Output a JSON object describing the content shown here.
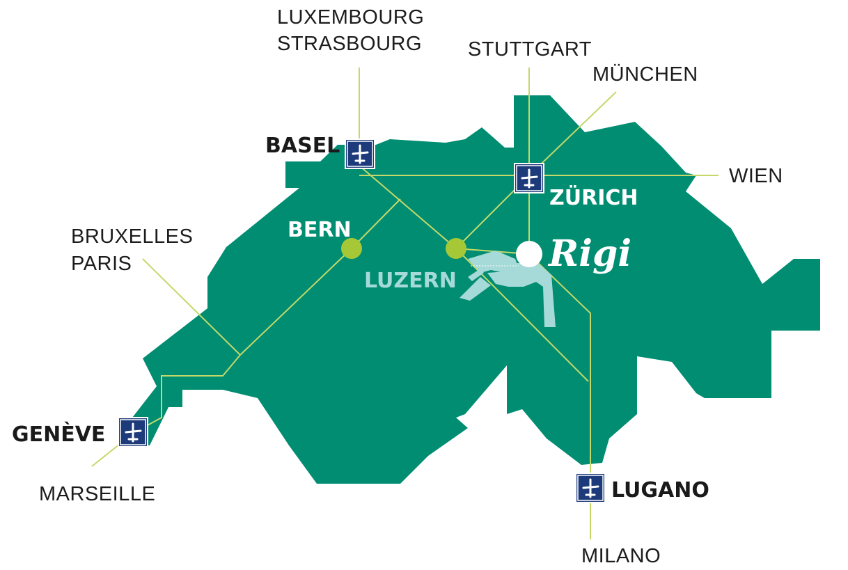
{
  "map": {
    "external_destinations": {
      "luxembourg": "LUXEMBOURG",
      "strasbourg": "STRASBOURG",
      "stuttgart": "STUTTGART",
      "muenchen": "MÜNCHEN",
      "wien": "WIEN",
      "bruxelles": "BRUXELLES",
      "paris": "PARIS",
      "marseille": "MARSEILLE",
      "milano": "MILANO"
    },
    "airports": {
      "basel": "BASEL",
      "zuerich": "ZÜRICH",
      "geneve": "GENÈVE",
      "lugano": "LUGANO"
    },
    "cities": {
      "bern": "BERN",
      "luzern": "LUZERN"
    },
    "destination": "Rigi",
    "icons": [
      "airplane-icon",
      "boat-icon"
    ],
    "colors": {
      "country": "#008d71",
      "routes": "#c4d96a",
      "city_marker": "#a7c836",
      "airport_box": "#1d3a7a",
      "lake": "#a6dad9",
      "text_dark": "#1a1a1a",
      "text_light": "#ffffff"
    }
  }
}
